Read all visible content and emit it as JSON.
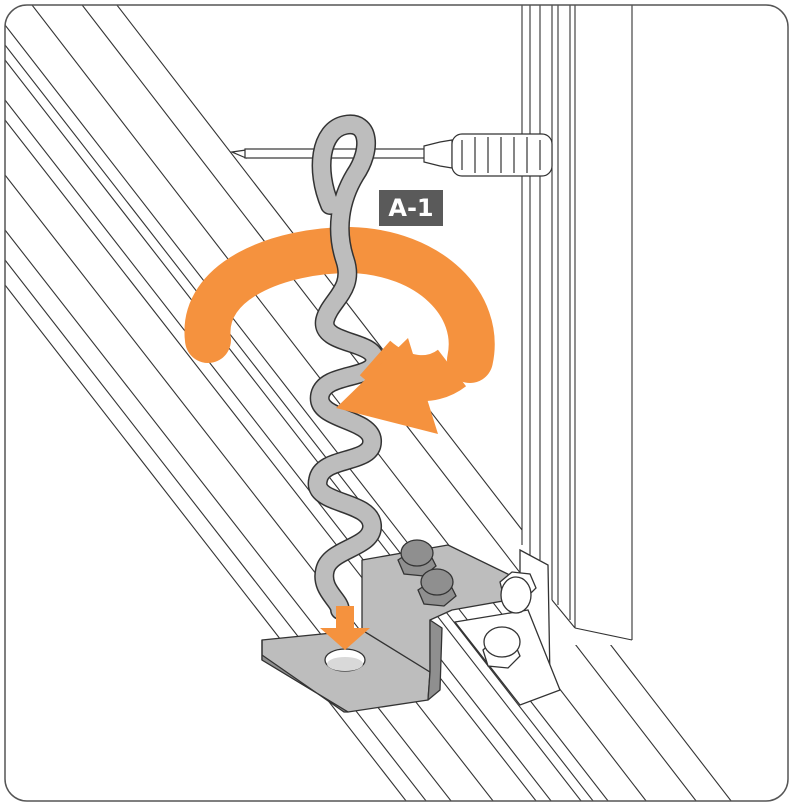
{
  "diagram": {
    "label": "A-1",
    "colors": {
      "border": "#555555",
      "line": "#333333",
      "surface": "#ffffff",
      "metal": "#bdbdbd",
      "metal_dark": "#8f8f8f",
      "arrow": "#f5923e",
      "badge_bg": "#5a5a5a",
      "badge_text": "#ffffff"
    },
    "icons": {
      "tool": "screwdriver-icon",
      "rotation": "rotate-clockwise-arrow-icon",
      "down": "arrow-down-icon",
      "anchor": "spiral-ground-anchor",
      "bracket": "metal-anchor-bracket",
      "fasteners": "hex-cap-nut-icon"
    }
  }
}
